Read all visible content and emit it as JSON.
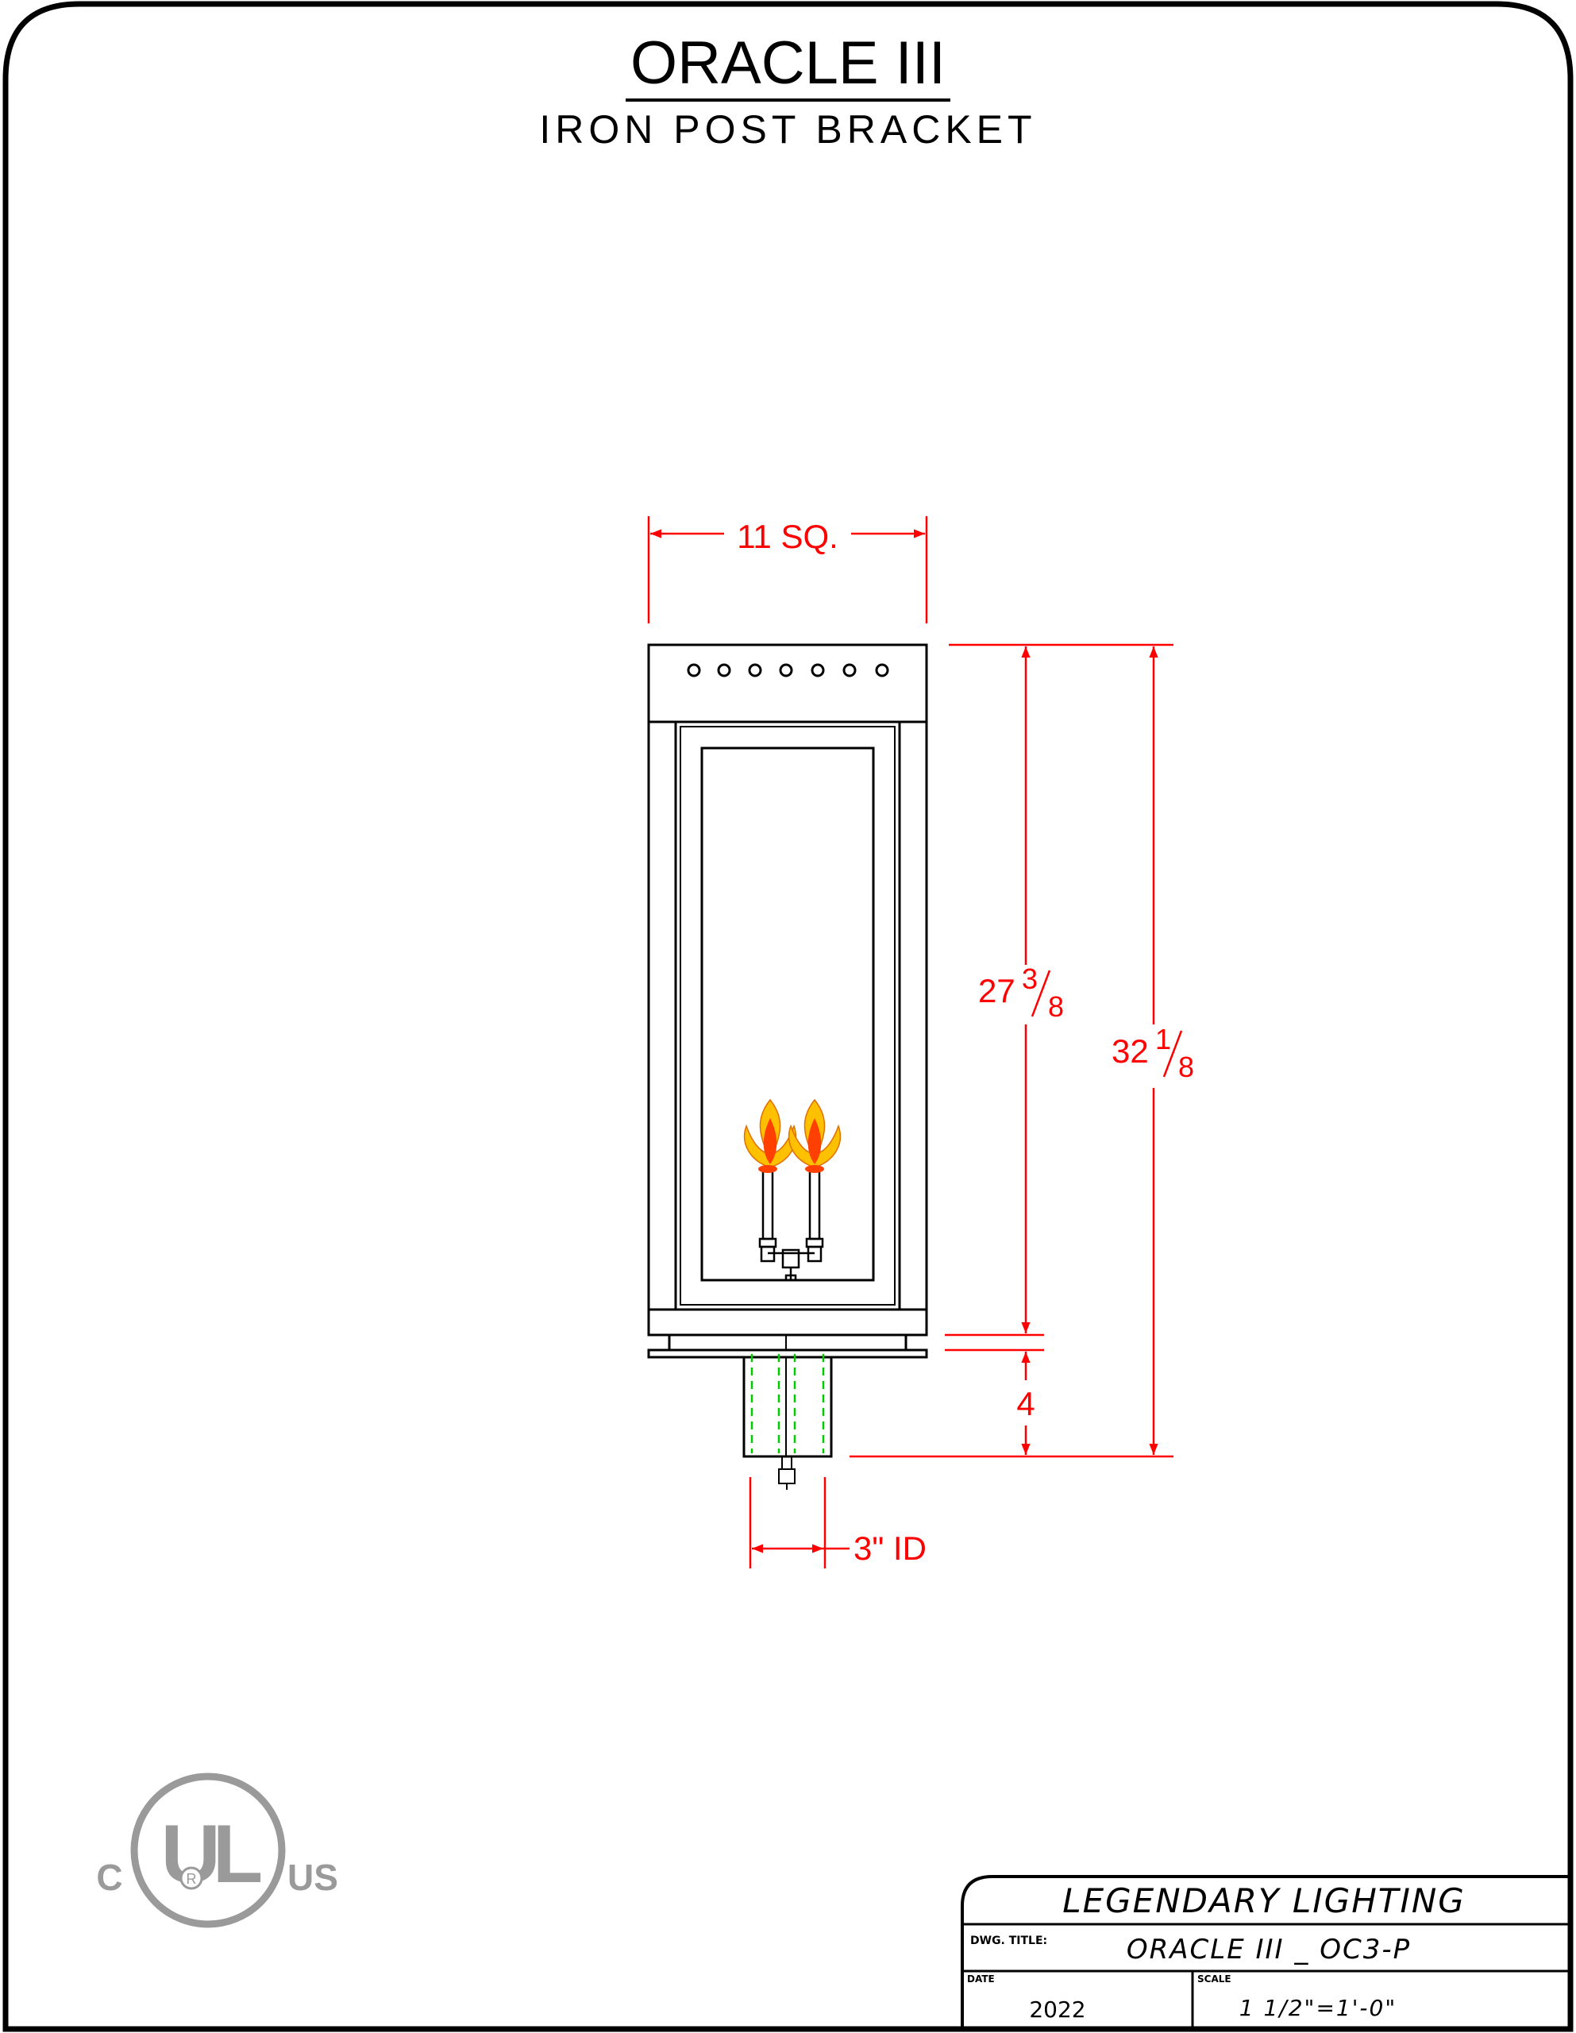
{
  "header": {
    "title": "ORACLE III",
    "subtitle": "IRON POST BRACKET"
  },
  "dimensions": {
    "width_label": "11 SQ.",
    "glass_height_whole": "27",
    "glass_height_num": "3",
    "glass_height_den": "8",
    "total_height_whole": "32",
    "total_height_num": "1",
    "total_height_den": "8",
    "base_height": "4",
    "post_id": "3\" ID"
  },
  "certification": {
    "mark_letters": "UL",
    "left_letter": "C",
    "right_letters": "US",
    "registered_symbol": "R"
  },
  "title_block": {
    "company": "LEGENDARY LIGHTING",
    "dwg_title_label": "DWG. TITLE:",
    "dwg_title_value": "ORACLE III _ OC3-P",
    "date_label": "DATE",
    "date_value": "2022",
    "scale_label": "SCALE",
    "scale_value": "1 1/2\"=1'-0\""
  },
  "colors": {
    "outline": "#000000",
    "dimension": "#ff0000",
    "hidden_line": "#00cc00",
    "flame_outer": "#ffc000",
    "flame_inner": "#ff4000",
    "ul_mark": "#9a9a9a"
  }
}
